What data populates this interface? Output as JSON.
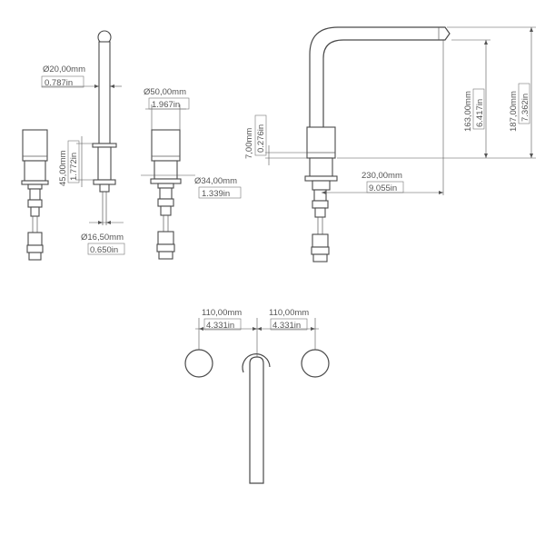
{
  "dimensions": {
    "spout_diameter": {
      "mm": "Ø20,00mm",
      "in": "0.787in"
    },
    "handle_diameter": {
      "mm": "Ø50,00mm",
      "in": "1.967in"
    },
    "handle_height": {
      "mm": "45,00mm",
      "in": "1.772in"
    },
    "base_diameter": {
      "mm": "Ø34,00mm",
      "in": "1.339in"
    },
    "shank_diameter": {
      "mm": "Ø16,50mm",
      "in": "0.650in"
    },
    "deck_thickness": {
      "mm": "7,00mm",
      "in": "0.276in"
    },
    "spout_height": {
      "mm": "163,00mm",
      "in": "6.417in"
    },
    "overall_height": {
      "mm": "187,00mm",
      "in": "7.362in"
    },
    "spout_reach": {
      "mm": "230,00mm",
      "in": "9.055in"
    },
    "spacing_left": {
      "mm": "110,00mm",
      "in": "4.331in"
    },
    "spacing_right": {
      "mm": "110,00mm",
      "in": "4.331in"
    }
  }
}
